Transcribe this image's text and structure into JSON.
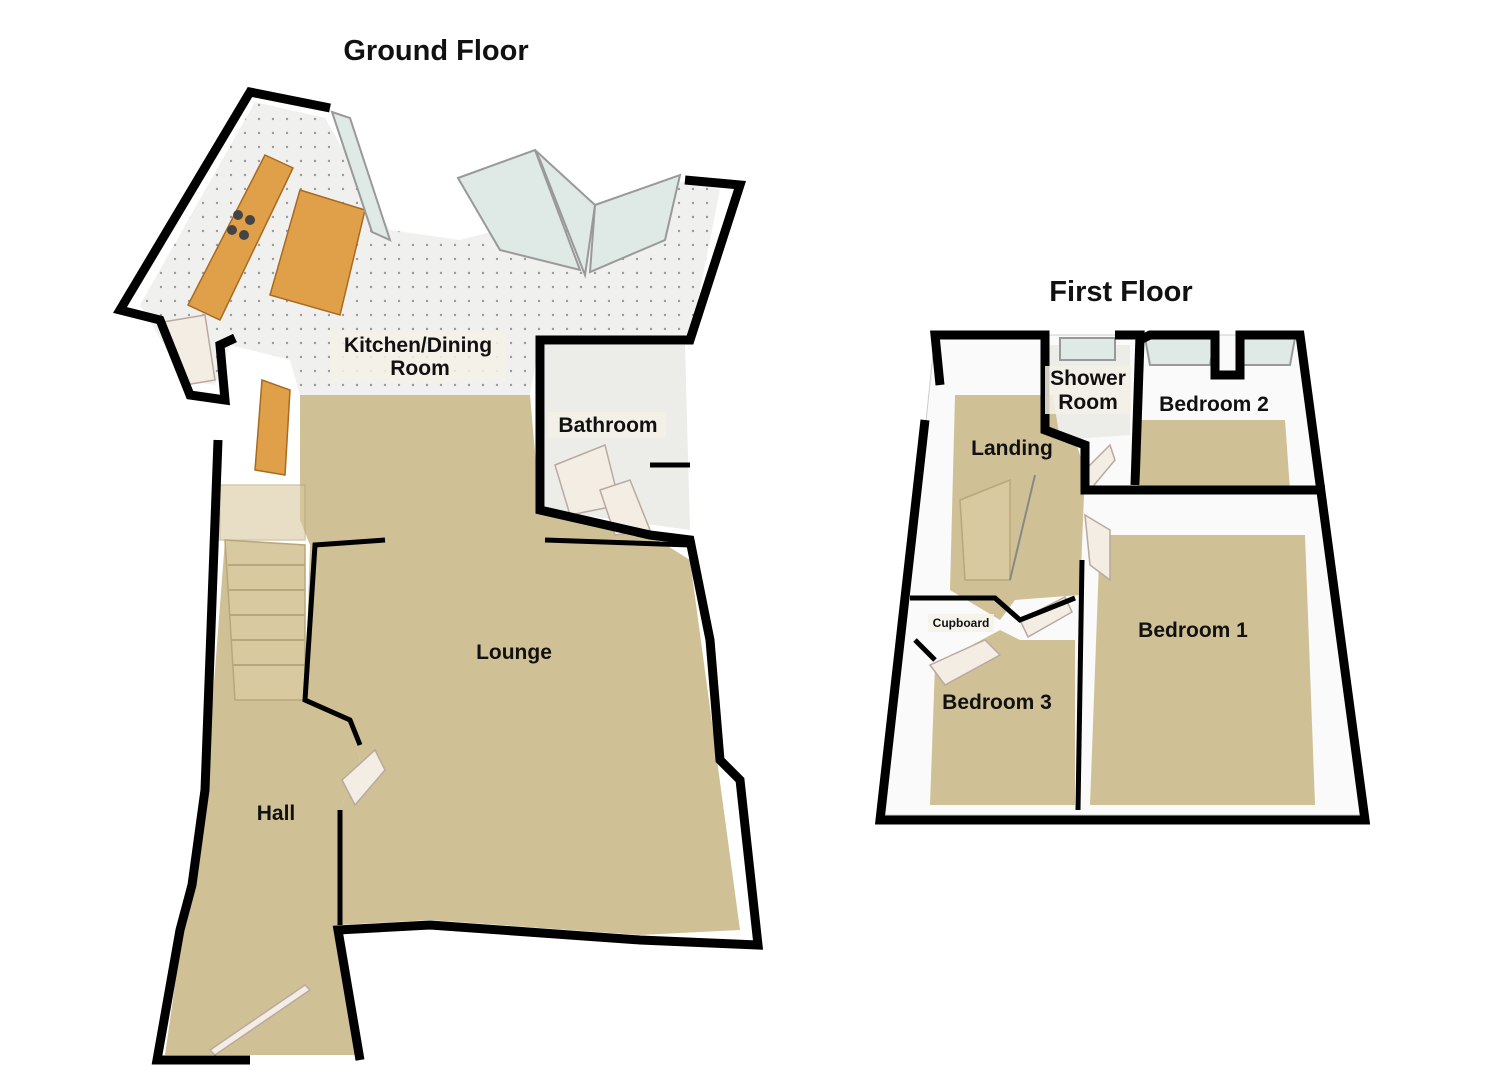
{
  "ground_floor": {
    "title": "Ground Floor",
    "rooms": {
      "kitchen_line1": "Kitchen/Dining",
      "kitchen_line2": "Room",
      "bathroom": "Bathroom",
      "lounge": "Lounge",
      "hall": "Hall"
    }
  },
  "first_floor": {
    "title": "First Floor",
    "rooms": {
      "shower_line1": "Shower",
      "shower_line2": "Room",
      "bedroom2": "Bedroom 2",
      "landing": "Landing",
      "cupboard": "Cupboard",
      "bedroom1": "Bedroom 1",
      "bedroom3": "Bedroom 3"
    }
  },
  "colors": {
    "floor": "#cfc095",
    "wall": "#000000",
    "worktop": "#e0a04a"
  }
}
